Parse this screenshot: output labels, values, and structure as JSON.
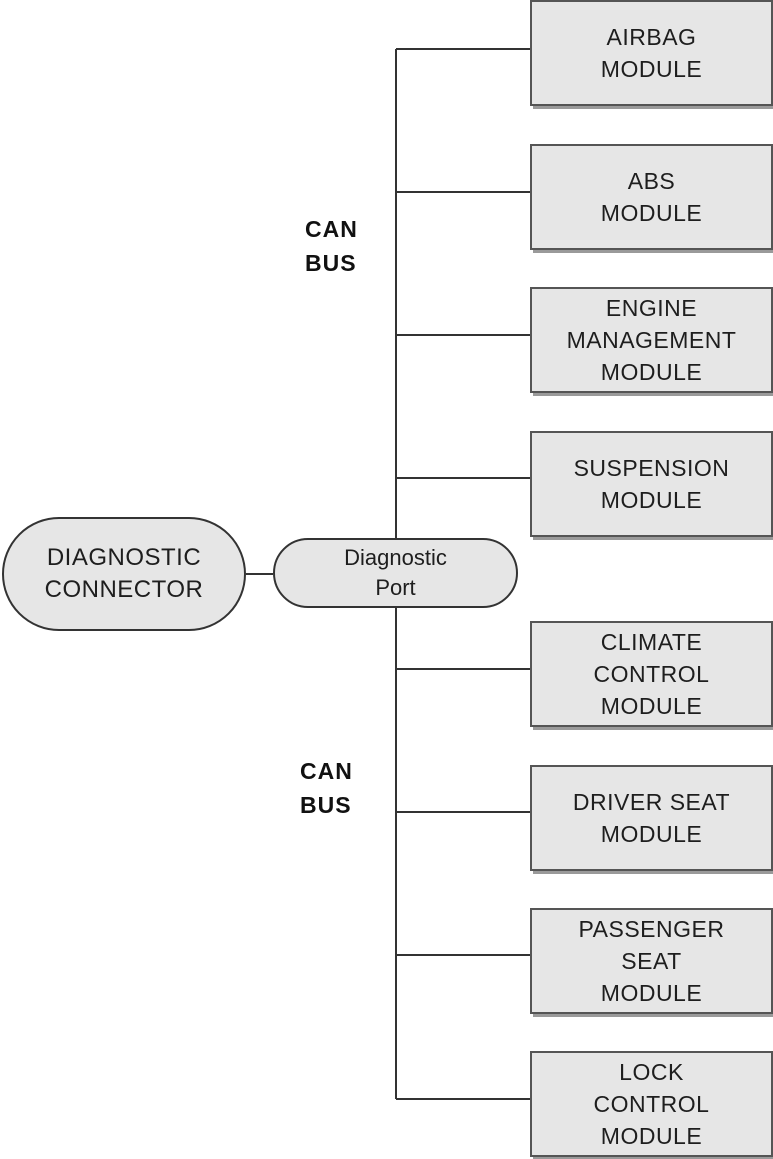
{
  "diagram": {
    "connector": {
      "label": "DIAGNOSTIC\nCONNECTOR"
    },
    "port": {
      "label": "Diagnostic\nPort"
    },
    "bus_labels": {
      "top": "CAN\nBUS",
      "bottom": "CAN\nBUS"
    },
    "modules": [
      {
        "id": "airbag",
        "label": "AIRBAG\nMODULE"
      },
      {
        "id": "abs",
        "label": "ABS\nMODULE"
      },
      {
        "id": "engine",
        "label": "ENGINE\nMANAGEMENT\nMODULE"
      },
      {
        "id": "suspension",
        "label": "SUSPENSION\nMODULE"
      },
      {
        "id": "climate",
        "label": "CLIMATE\nCONTROL\nMODULE"
      },
      {
        "id": "driver-seat",
        "label": "DRIVER SEAT\nMODULE"
      },
      {
        "id": "passenger-seat",
        "label": "PASSENGER\nSEAT\nMODULE"
      },
      {
        "id": "lock",
        "label": "LOCK\nCONTROL\nMODULE"
      }
    ],
    "colors": {
      "box_fill": "#e6e6e6",
      "box_border": "#555555",
      "box_shadow": "#9a9a9a",
      "line": "#333333",
      "text": "#1e1e1e"
    }
  }
}
